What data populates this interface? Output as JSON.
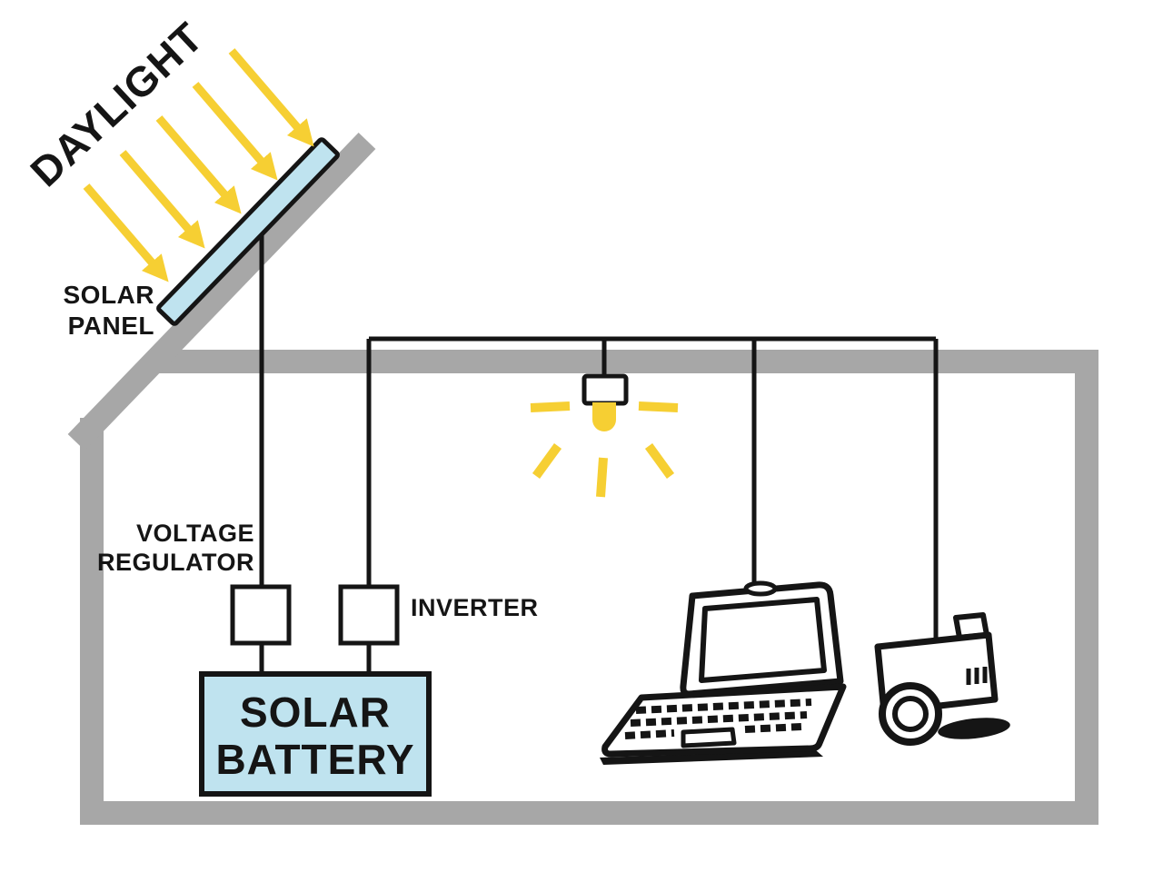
{
  "diagram": {
    "title": "Solar power system diagram",
    "labels": {
      "daylight": "DAYLIGHT",
      "solar_panel": [
        "SOLAR",
        "PANEL"
      ],
      "voltage_regulator": [
        "VOLTAGE",
        "REGULATOR"
      ],
      "inverter": "INVERTER",
      "solar_battery": [
        "SOLAR",
        "BATTERY"
      ]
    },
    "illustrations": [
      "sun-ray-arrows",
      "solar-panel",
      "house-outline",
      "light-bulb",
      "laptop",
      "camera"
    ],
    "colors": {
      "sun_yellow": "#F6CF33",
      "panel_blue": "#BFE3EF",
      "wall_gray": "#A7A7A7",
      "ink_black": "#151515",
      "background": "#FFFFFF"
    }
  }
}
